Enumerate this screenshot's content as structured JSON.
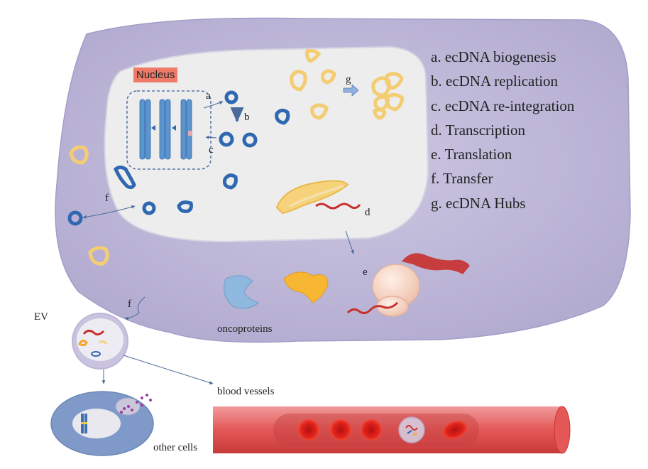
{
  "diagram": {
    "nucleus_label": "Nucleus",
    "step_labels": {
      "a": "a",
      "b": "b",
      "c": "c",
      "d": "d",
      "e": "e",
      "f_nucleus": "f",
      "f_membrane": "f",
      "g": "g"
    },
    "ev_label": "EV",
    "oncoproteins_label": "oncoproteins",
    "blood_vessels_label": "blood vessels",
    "other_cells_label": "other cells",
    "legend": [
      "a.  ecDNA biogenesis",
      "b.  ecDNA replication",
      "c.  ecDNA re-integration",
      "d.  Transcription",
      "e.  Translation",
      "f.   Transfer",
      "g.  ecDNA Hubs"
    ]
  },
  "colors": {
    "cytoplasm": "#c2bcd9",
    "cytoplasm_edge": "#ada6cc",
    "nucleus": "#ececec",
    "ecdna_blue": "#2f68b0",
    "ecdna_yellow": "#f6d27a",
    "rna_red": "#c8302c",
    "vessel": "#e86a6a",
    "rbc": "#d9201c",
    "ribosome": "#f7d6c8",
    "nucleus_tag": "#f07a68"
  }
}
